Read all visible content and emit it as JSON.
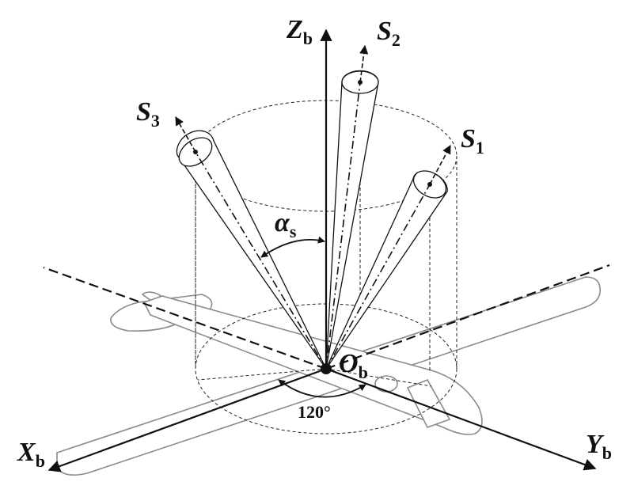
{
  "labels": {
    "z_axis": {
      "main": "Z",
      "sub": "b"
    },
    "x_axis": {
      "main": "X",
      "sub": "b"
    },
    "y_axis": {
      "main": "Y",
      "sub": "b"
    },
    "origin": {
      "main": "O",
      "sub": "b"
    },
    "sensor_1": {
      "main": "S",
      "sub": "1"
    },
    "sensor_2": {
      "main": "S",
      "sub": "2"
    },
    "sensor_3": {
      "main": "S",
      "sub": "3"
    },
    "cone_angle": {
      "main": "α",
      "sub": "s"
    },
    "separation_angle": "120°"
  },
  "colors": {
    "ink": "#111111",
    "outline": "#888888",
    "guide": "#222222"
  }
}
